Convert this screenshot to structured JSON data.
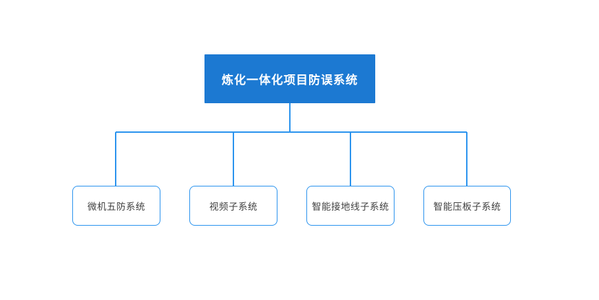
{
  "diagram": {
    "type": "org-tree",
    "orientation": "top-down",
    "background_color": "#ffffff",
    "accent_color": "#1C79D2",
    "connector_color": "#2A93EE",
    "node_text_color": "#3f3f3f",
    "root_text_color": "#ffffff",
    "root": {
      "label": "炼化一体化项目防误系统"
    },
    "children": [
      {
        "label": "微机五防系统"
      },
      {
        "label": "视频子系统"
      },
      {
        "label": "智能接地线子系统"
      },
      {
        "label": "智能压板子系统"
      }
    ]
  }
}
